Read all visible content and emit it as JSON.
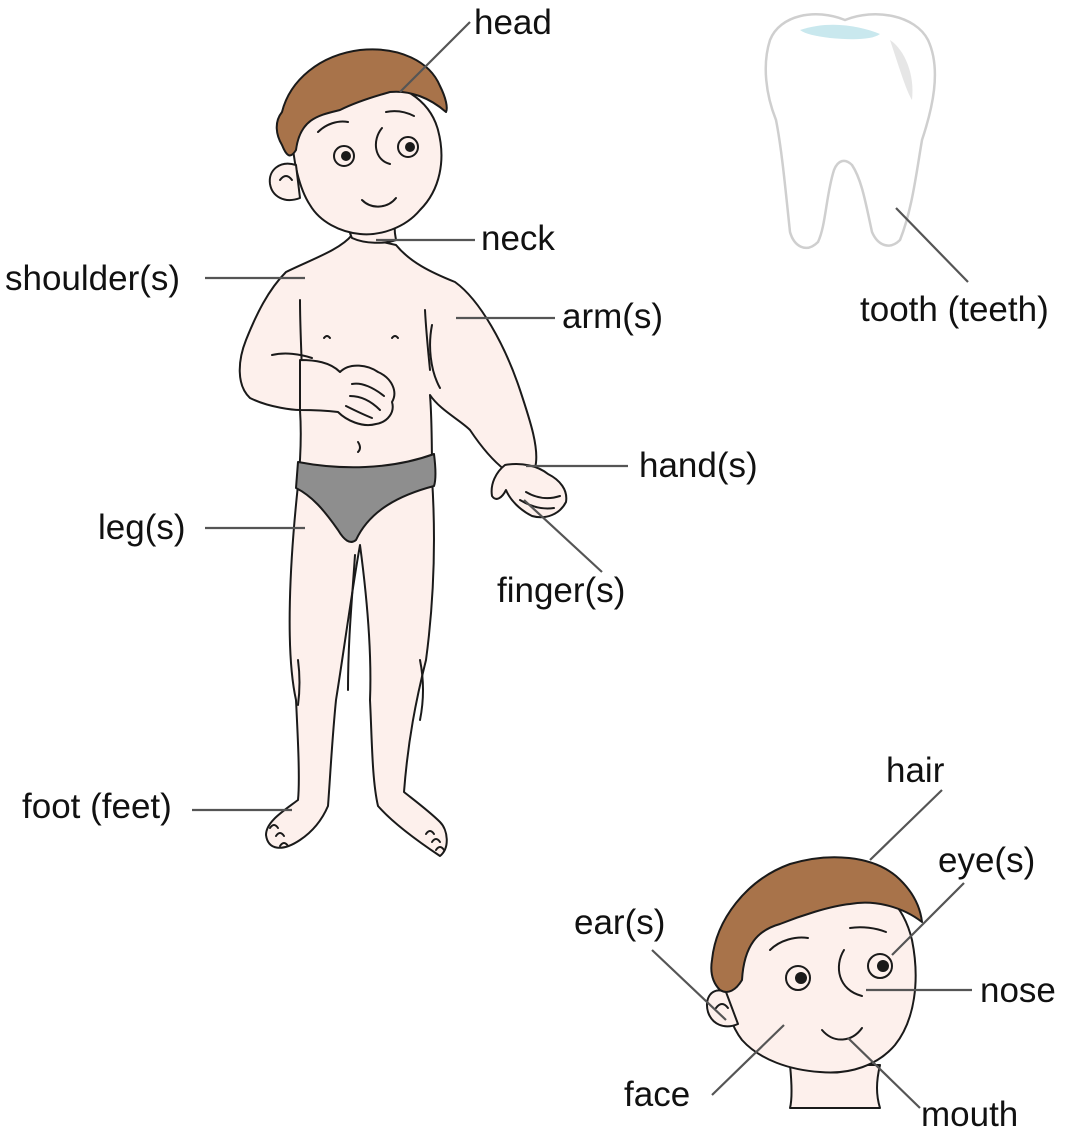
{
  "labels": {
    "head": "head",
    "neck": "neck",
    "shoulders": "shoulder(s)",
    "arms": "arm(s)",
    "hands": "hand(s)",
    "legs": "leg(s)",
    "fingers": "finger(s)",
    "feet": "foot (feet)",
    "tooth": "tooth (teeth)",
    "hair": "hair",
    "eyes": "eye(s)",
    "ears": "ear(s)",
    "nose": "nose",
    "face": "face",
    "mouth": "mouth"
  },
  "colors": {
    "skin": "#fdf0ec",
    "hair": "#a8734a",
    "briefs": "#8e8e8e",
    "leader_line": "#555555",
    "text": "#111111"
  }
}
